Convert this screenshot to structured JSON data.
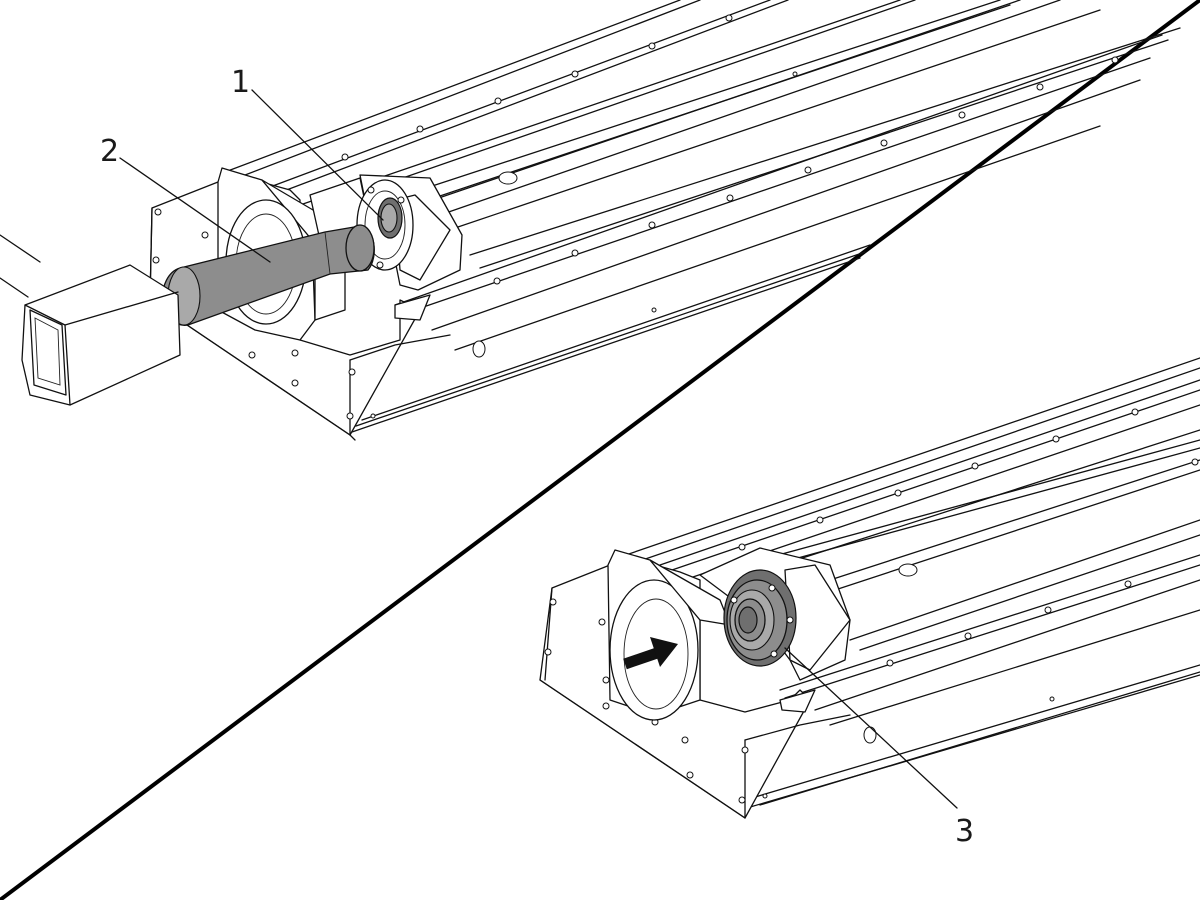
{
  "callouts": {
    "c1": "1",
    "c2": "2",
    "c3": "3"
  },
  "colors": {
    "line": "#111111",
    "part_grey": "#8d8d8d",
    "background": "#ffffff"
  }
}
